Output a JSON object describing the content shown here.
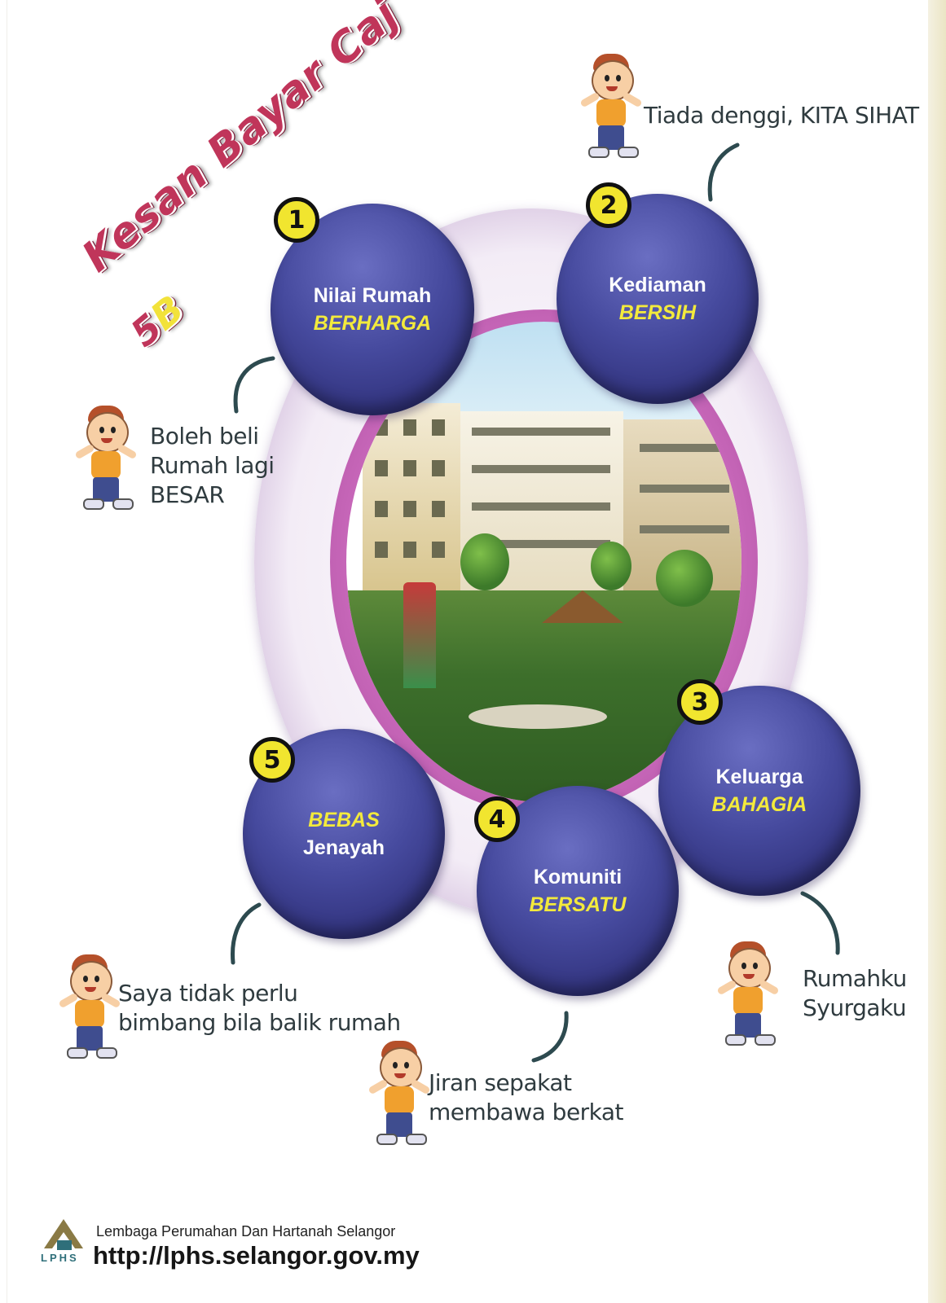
{
  "title": {
    "main": "Kesan Bayar Caj",
    "sub_num": "5",
    "sub_letter": "B"
  },
  "benefits": [
    {
      "number": "1",
      "line1": "Nilai Rumah",
      "line2": "BERHARGA"
    },
    {
      "number": "2",
      "line1": "Kediaman",
      "line2": "BERSIH"
    },
    {
      "number": "3",
      "line1": "Keluarga",
      "line2": "BAHAGIA"
    },
    {
      "number": "4",
      "line1": "Komuniti",
      "line2": "BERSATU"
    },
    {
      "number": "5",
      "line1": "BEBAS",
      "line2": "Jenayah"
    }
  ],
  "notes": {
    "n1": [
      "Boleh beli",
      "Rumah lagi",
      "BESAR"
    ],
    "n2": [
      "Tiada denggi, KITA SIHAT"
    ],
    "n3": [
      "Rumahku",
      "Syurgaku"
    ],
    "n4": [
      "Jiran sepakat",
      "membawa berkat"
    ],
    "n5": [
      "Saya tidak perlu",
      "bimbang bila balik rumah"
    ]
  },
  "footer": {
    "logo_text": "LPHS",
    "org": "Lembaga Perumahan Dan Hartanah Selangor",
    "url": "http://lphs.selangor.gov.my"
  },
  "colors": {
    "bubble": "#464a9e",
    "highlight": "#f3ea3c",
    "title": "#c0355a",
    "ring": "#b49bc5"
  }
}
